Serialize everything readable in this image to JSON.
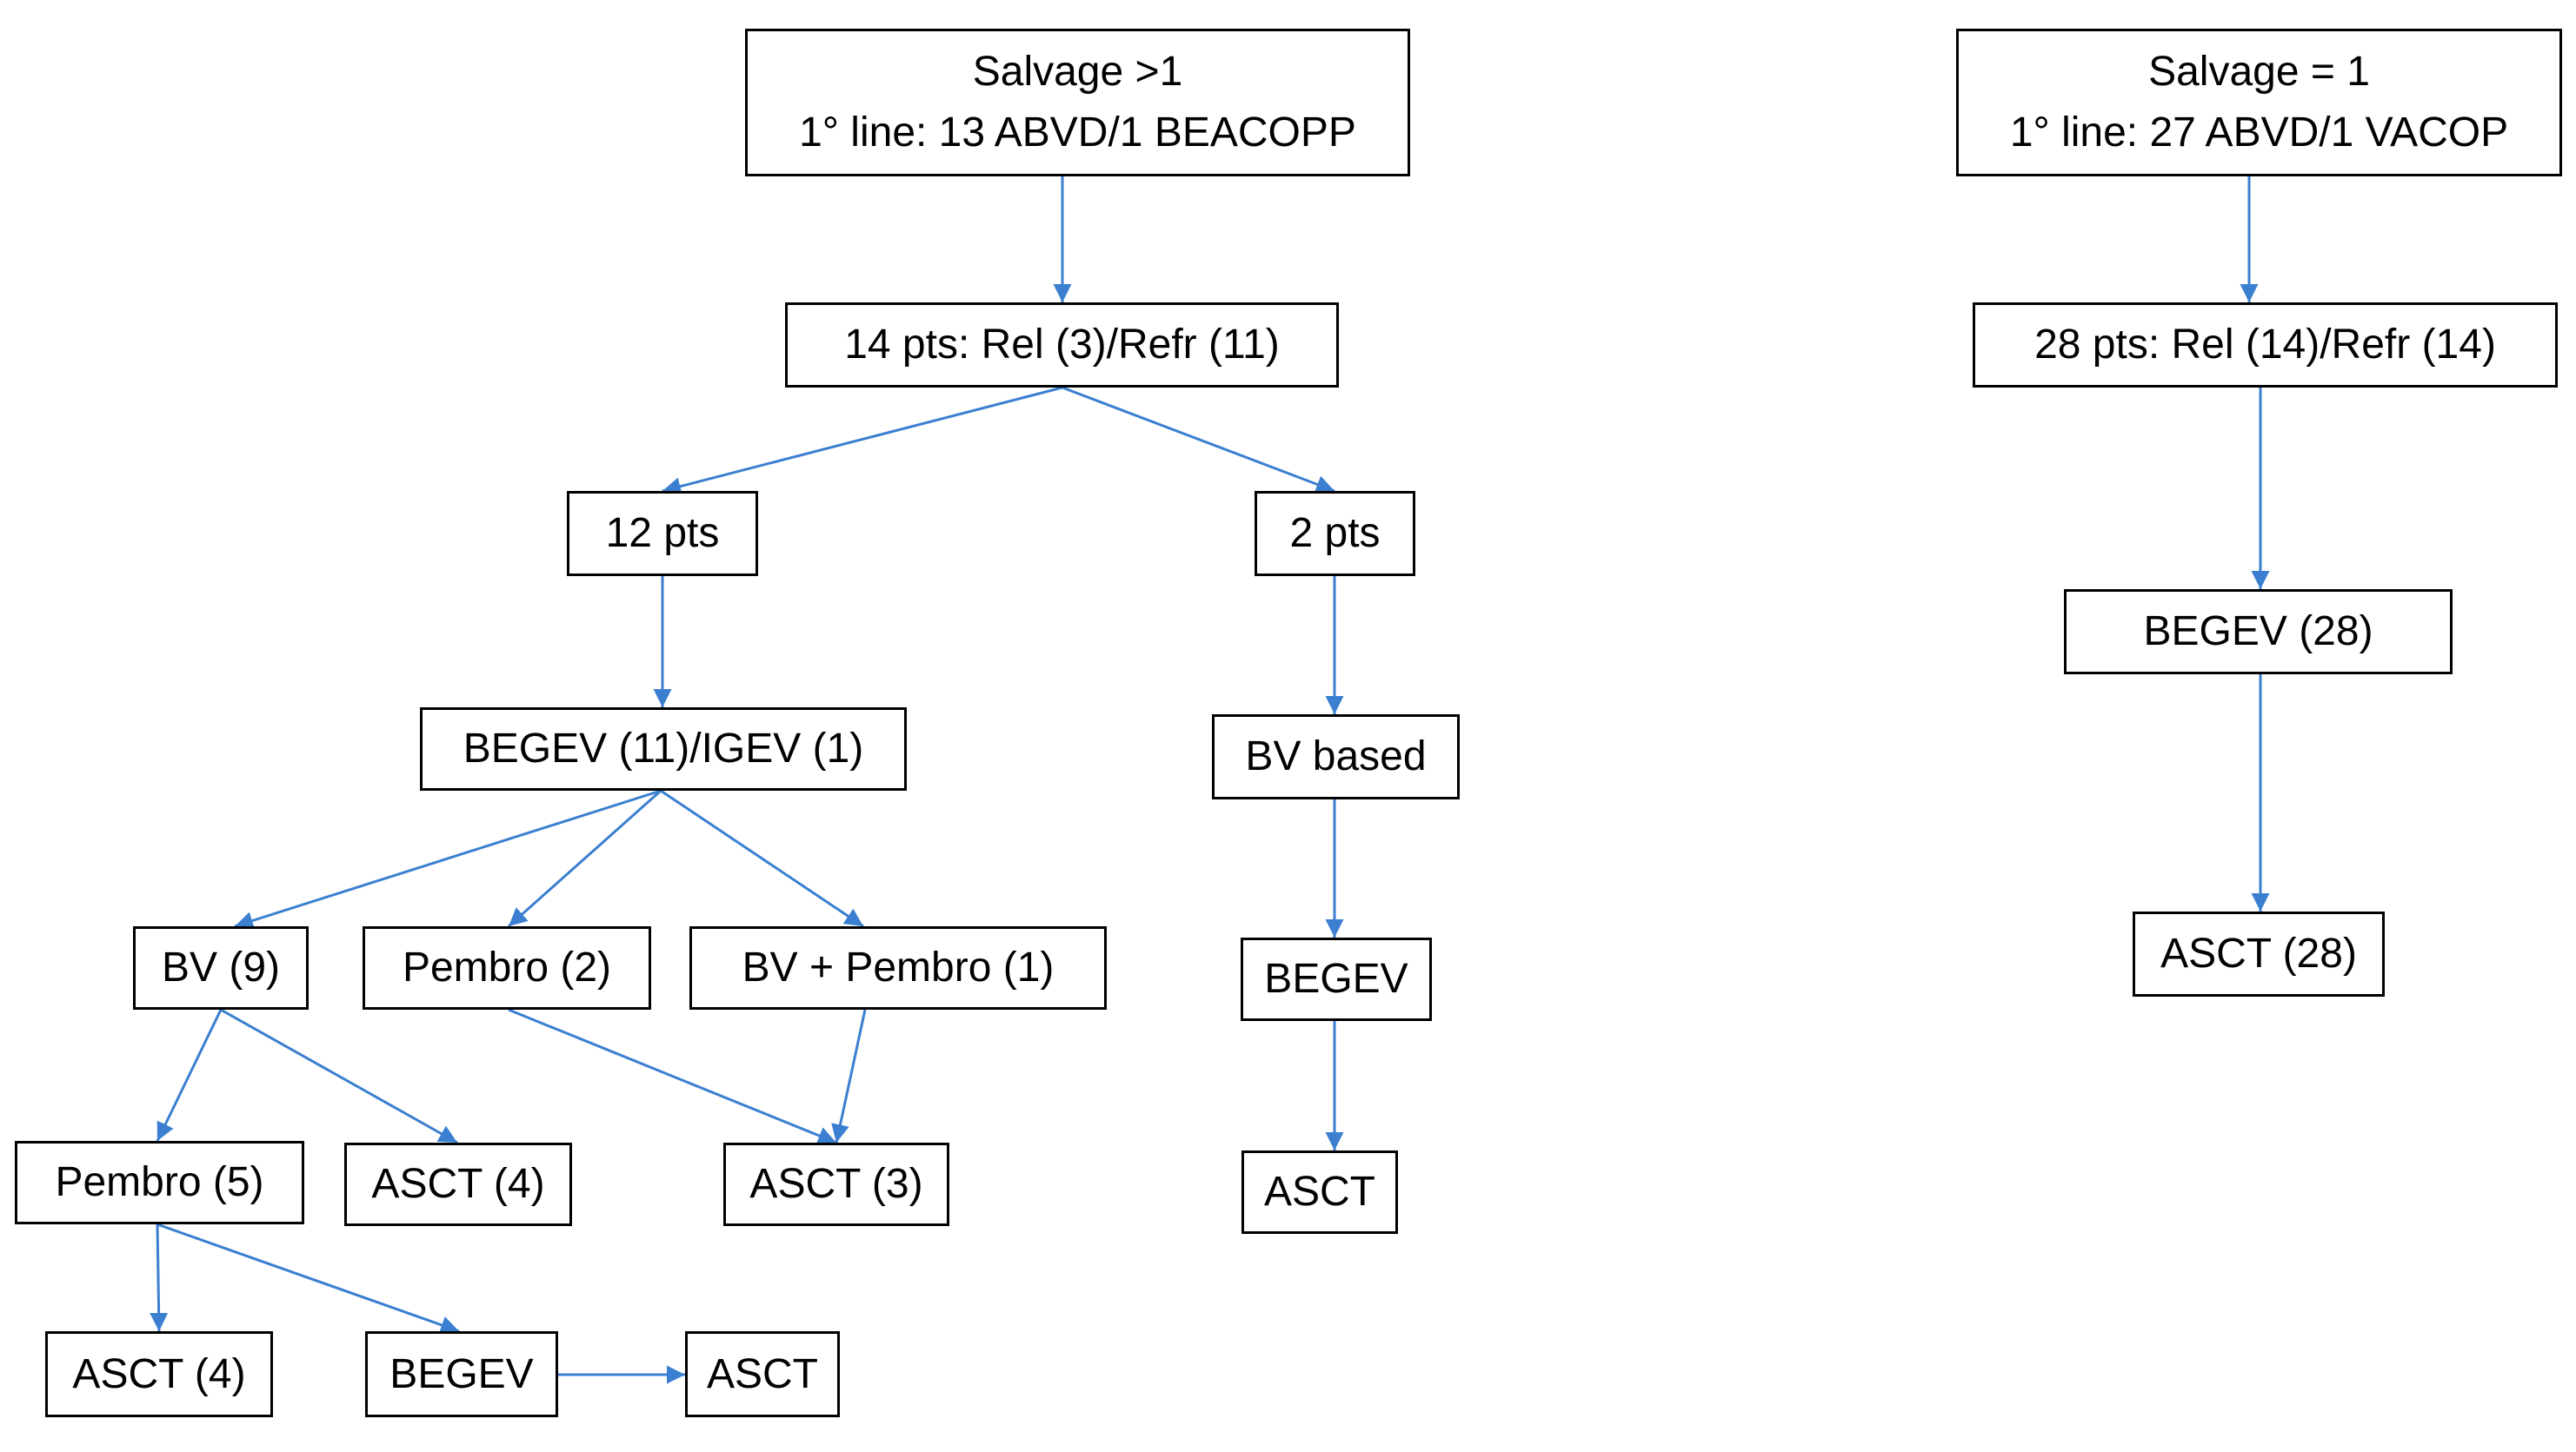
{
  "colors": {
    "edge": "#3b7fd0",
    "node_border": "#000000",
    "node_fill": "#ffffff",
    "text": "#000000"
  },
  "nodes": {
    "salvage_gt1": {
      "line1": "Salvage >1",
      "line2": "1° line: 13 ABVD/1 BEACOPP"
    },
    "pts14": {
      "label": "14 pts: Rel (3)/Refr (11)"
    },
    "pts12": {
      "label": "12 pts"
    },
    "pts2": {
      "label": "2 pts"
    },
    "begev_igev": {
      "label": "BEGEV (11)/IGEV (1)"
    },
    "bv_based": {
      "label": "BV based"
    },
    "bv9": {
      "label": "BV (9)"
    },
    "pembro2": {
      "label": "Pembro (2)"
    },
    "bv_pembro1": {
      "label": "BV + Pembro (1)"
    },
    "begev_right": {
      "label": "BEGEV"
    },
    "pembro5": {
      "label": "Pembro (5)"
    },
    "asct4_a": {
      "label": "ASCT (4)"
    },
    "asct3": {
      "label": "ASCT (3)"
    },
    "asct_right": {
      "label": "ASCT"
    },
    "asct4_b": {
      "label": "ASCT (4)"
    },
    "begev_bottom": {
      "label": "BEGEV"
    },
    "asct_bottom": {
      "label": "ASCT"
    },
    "salvage_eq1": {
      "line1": "Salvage = 1",
      "line2": "1° line: 27 ABVD/1 VACOP"
    },
    "pts28": {
      "label": "28 pts: Rel (14)/Refr (14)"
    },
    "begev28": {
      "label": "BEGEV (28)"
    },
    "asct28": {
      "label": "ASCT (28)"
    }
  }
}
